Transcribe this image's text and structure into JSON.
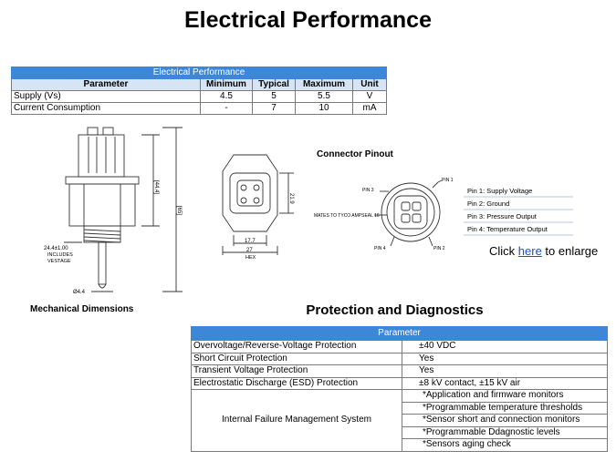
{
  "title": "Electrical Performance",
  "perf_table": {
    "caption": "Electrical Performance",
    "headers": [
      "Parameter",
      "Minimum",
      "Typical",
      "Maximum",
      "Unit"
    ],
    "rows": [
      {
        "param": "Supply (Vs)",
        "min": "4.5",
        "typ": "5",
        "max": "5.5",
        "unit": "V"
      },
      {
        "param": "Current Consumption",
        "min": "-",
        "typ": "7",
        "max": "10",
        "unit": "mA"
      }
    ]
  },
  "drawings": {
    "mech_label": "Mechanical Dimensions",
    "pinout_label": "Connector Pinout",
    "dim_height_1": "[44.4]",
    "dim_height_2": "[65]",
    "dim_thread": "24.4±1.00",
    "dim_thread_note_1": "INCLUDES",
    "dim_thread_note_2": "VESTAGE",
    "dim_probe": "Ø4.4",
    "dim_side": "21.9",
    "dim_width_1": "17.7",
    "dim_width_2": "27",
    "dim_hex": "HEX",
    "mates_to": "MATES TO TYCO AMPSEAL 16",
    "pin_1_tag": "PIN 1",
    "pin_2_tag": "PIN 2",
    "pin_3_tag": "PIN 3",
    "pin_4_tag": "PIN 4",
    "pins": [
      "Pin 1:   Supply Voltage",
      "Pin 2:   Ground",
      "Pin 3:   Pressure Output",
      "Pin 4:   Temperature Output"
    ]
  },
  "enlarge": {
    "prefix": "Click ",
    "link": "here",
    "suffix": " to enlarge"
  },
  "protection": {
    "title": "Protection and Diagnostics",
    "caption": "Parameter",
    "rows": [
      {
        "param": "Overvoltage/Reverse-Voltage Protection",
        "value": "±40 VDC"
      },
      {
        "param": "Short Circuit Protection",
        "value": "Yes"
      },
      {
        "param": "Transient Voltage Protection",
        "value": "Yes"
      },
      {
        "param": "Electrostatic Discharge (ESD)  Protection",
        "value": "±8 kV contact, ±15 kV air"
      }
    ],
    "ifm_label": "Internal Failure Management  System",
    "ifm_items": [
      "*Application and firmware monitors",
      "*Programmable  temperature thresholds",
      "*Sensor short and connection monitors",
      "*Programmable  Ddagnostic levels",
      "*Sensors aging check"
    ]
  }
}
